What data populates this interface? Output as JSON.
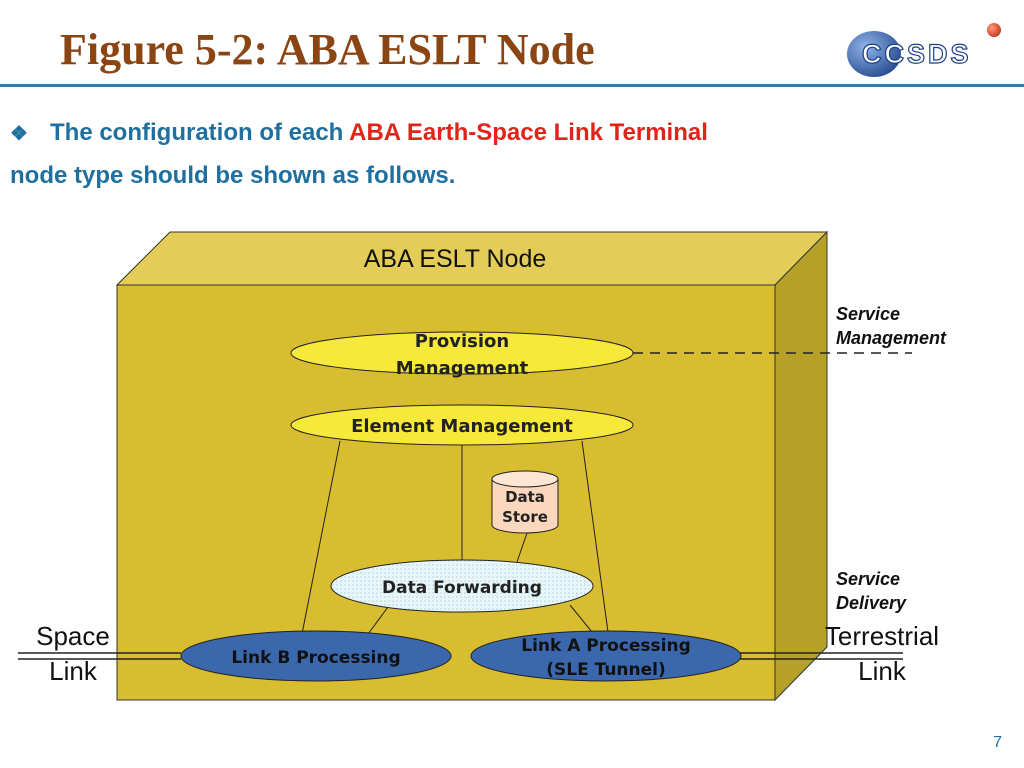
{
  "slide": {
    "title": "Figure 5-2: ABA ESLT Node",
    "logo_text": "CCSDS",
    "bullet": {
      "text_before": "The configuration of each ",
      "highlight": "ABA Earth-Space Link Terminal",
      "text_after": "node type should be shown as follows."
    },
    "page_number": "7"
  },
  "diagram": {
    "box_title": "ABA ESLT Node",
    "nodes": {
      "provision_management": [
        "Provision",
        "Management"
      ],
      "element_management": "Element Management",
      "data_store": [
        "Data",
        "Store"
      ],
      "data_forwarding": "Data Forwarding",
      "link_b": "Link B Processing",
      "link_a": [
        "Link A Processing",
        "(SLE Tunnel)"
      ]
    },
    "interfaces": {
      "service_management": [
        "Service",
        "Management"
      ],
      "service_delivery": [
        "Service",
        "Delivery"
      ],
      "space_link": [
        "Space",
        "Link"
      ],
      "terrestrial_link": [
        "Terrestrial",
        "Link"
      ]
    }
  },
  "colors": {
    "title": "#8b4513",
    "bullet_text": "#1f6f9f",
    "bullet_highlight": "#e2231a",
    "box_front": "#d9bd30",
    "box_top": "#e4cc58",
    "box_side": "#b5a028",
    "ellipse_yellow": "#f7e93a",
    "ellipse_blue": "#3b67ad",
    "data_forwarding_fill": "#e3f3f7",
    "data_store_fill": "#fbd8bd"
  }
}
